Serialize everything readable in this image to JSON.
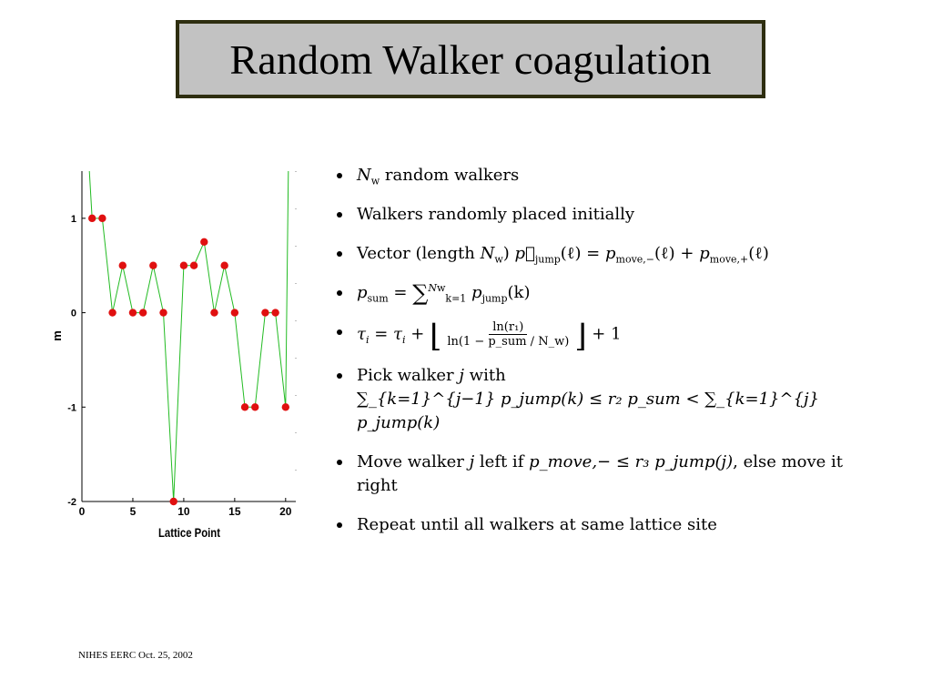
{
  "slide": {
    "title": "Random Walker coagulation",
    "footer": "NIHES EERC Oct. 25, 2002"
  },
  "bullets": {
    "b1_sym": "N",
    "b1_sub": "w",
    "b1_text": " random walkers",
    "b2_text": "Walkers randomly placed initially",
    "b3_prefix": "Vector (length ",
    "b3_len_sym": "N",
    "b3_len_sub": "w",
    "b3_close": ") ",
    "b3_vec": "p⃗",
    "b3_jump_sub": "jump",
    "b3_arg": "(ℓ) = ",
    "b3_p1": "p",
    "b3_p1_sub": "move,−",
    "b3_arg1": "(ℓ) + ",
    "b3_p2": "p",
    "b3_p2_sub": "move,+",
    "b3_arg2": "(ℓ)",
    "b4_p": "p",
    "b4_p_sub": "sum",
    "b4_eq": " = ",
    "b4_sum": "∑",
    "b4_sum_sup": "N",
    "b4_sum_sup_sub": "w",
    "b4_sum_sub": "k=1",
    "b4_pj": " p",
    "b4_pj_sub": "jump",
    "b4_arg": "(k)",
    "b5_tau": "τ",
    "b5_tau_sub": "i",
    "b5_eq": " = ",
    "b5_tau2": "τ",
    "b5_tau2_sub": "i",
    "b5_plus": " + ",
    "b5_lfloor": "⌊",
    "b5_num": "ln(r₁)",
    "b5_den": "ln(1 − p_sum / N_w)",
    "b5_rfloor": "⌋",
    "b5_tail": " + 1",
    "b6_line1_pre": "Pick walker ",
    "b6_j": "j",
    "b6_line1_post": " with",
    "b6_line2": "∑_{k=1}^{j−1} p_jump(k) ≤ r₂ p_sum < ∑_{k=1}^{j} p_jump(k)",
    "b7_pre": "Move walker ",
    "b7_j": "j",
    "b7_mid": " left if ",
    "b7_cond": "p_move,− ≤ r₃ p_jump(j)",
    "b7_post": ", else move it right",
    "b8_text": "Repeat until all walkers at same lattice site"
  },
  "chart_data": {
    "type": "line",
    "xlabel": "Lattice Point",
    "ylabel": "m",
    "x": [
      1,
      2,
      3,
      4,
      5,
      6,
      7,
      8,
      9,
      10,
      11,
      12,
      13,
      14,
      15,
      16,
      17,
      18,
      19,
      20
    ],
    "y": [
      1,
      1,
      0,
      0.5,
      0,
      0,
      0.5,
      0,
      -2,
      0.5,
      0.5,
      0.75,
      0,
      0.5,
      0,
      -1,
      -1,
      0,
      0,
      -1
    ],
    "xlim": [
      0,
      21
    ],
    "ylim": [
      -2,
      1.5
    ],
    "xticks": [
      0,
      5,
      10,
      15,
      20
    ],
    "yticks": [
      -2,
      -1,
      0,
      1
    ],
    "xtick_labels": [
      "0",
      "5",
      "10",
      "15",
      "20"
    ],
    "ytick_labels": [
      "-2",
      "-1",
      "0",
      "1"
    ],
    "line_color": "#22bb22",
    "marker_color": "#e01010",
    "grid": false
  }
}
